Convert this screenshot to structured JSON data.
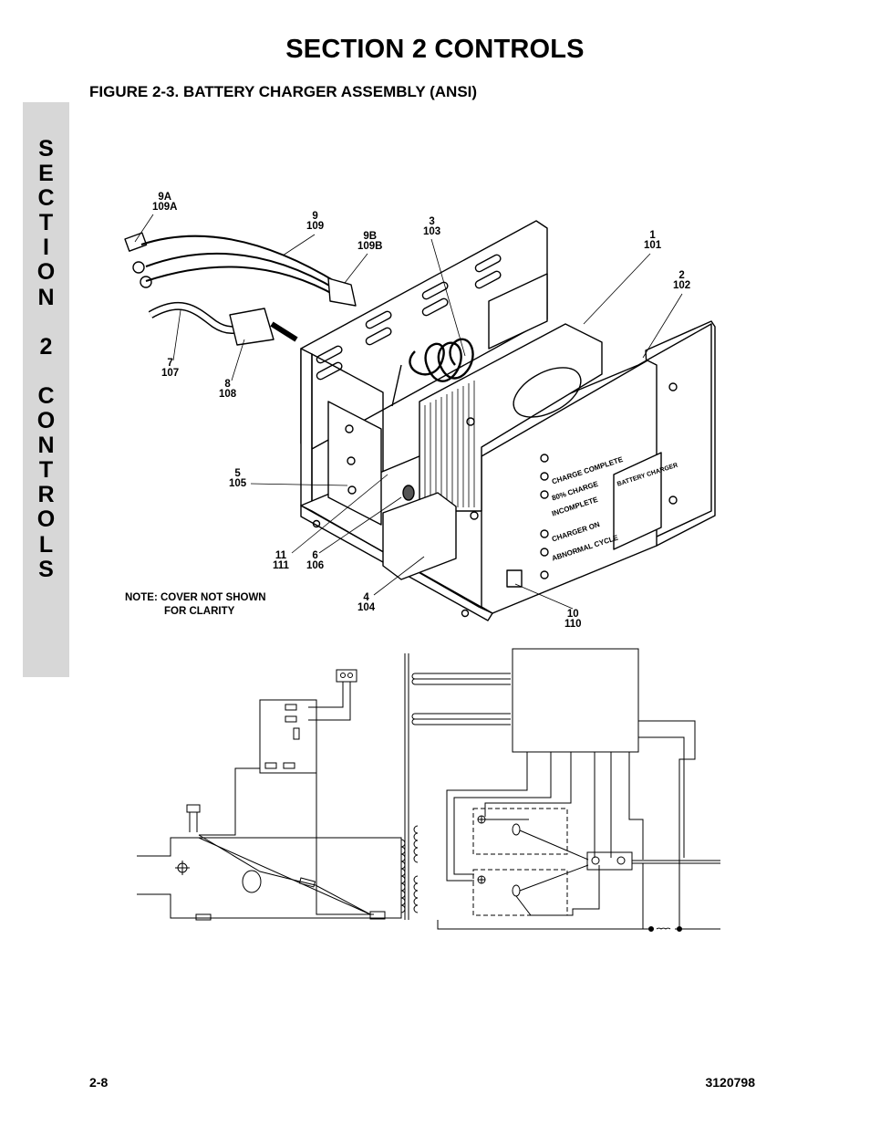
{
  "header": {
    "section_title": "SECTION 2  CONTROLS"
  },
  "figure": {
    "title": "FIGURE 2-3.    BATTERY CHARGER ASSEMBLY (ANSI)"
  },
  "side_tab": {
    "letters": [
      "S",
      "E",
      "C",
      "T",
      "I",
      "O",
      "N",
      "",
      "2",
      "",
      "C",
      "O",
      "N",
      "T",
      "R",
      "O",
      "L",
      "S"
    ]
  },
  "callouts": {
    "c9a": {
      "item": "9A",
      "part": "109A"
    },
    "c9": {
      "item": "9",
      "part": "109"
    },
    "c3": {
      "item": "3",
      "part": "103"
    },
    "c9b": {
      "item": "9B",
      "part": "109B"
    },
    "c1": {
      "item": "1",
      "part": "101"
    },
    "c2": {
      "item": "2",
      "part": "102"
    },
    "c7": {
      "item": "7",
      "part": "107"
    },
    "c8": {
      "item": "8",
      "part": "108"
    },
    "c5": {
      "item": "5",
      "part": "105"
    },
    "c11": {
      "item": "11",
      "part": "111"
    },
    "c6": {
      "item": "6",
      "part": "106"
    },
    "c4": {
      "item": "4",
      "part": "104"
    },
    "c10": {
      "item": "10",
      "part": "110"
    }
  },
  "panel": {
    "labels": [
      "CHARGE COMPLETE",
      "80% CHARGE",
      "INCOMPLETE",
      "CHARGER ON",
      "ABNORMAL CYCLE"
    ],
    "brand": "BATTERY CHARGER"
  },
  "note": {
    "line1": "NOTE:  COVER NOT SHOWN",
    "line2": "FOR CLARITY"
  },
  "footer": {
    "page": "2-8",
    "doc_number": "3120798"
  }
}
